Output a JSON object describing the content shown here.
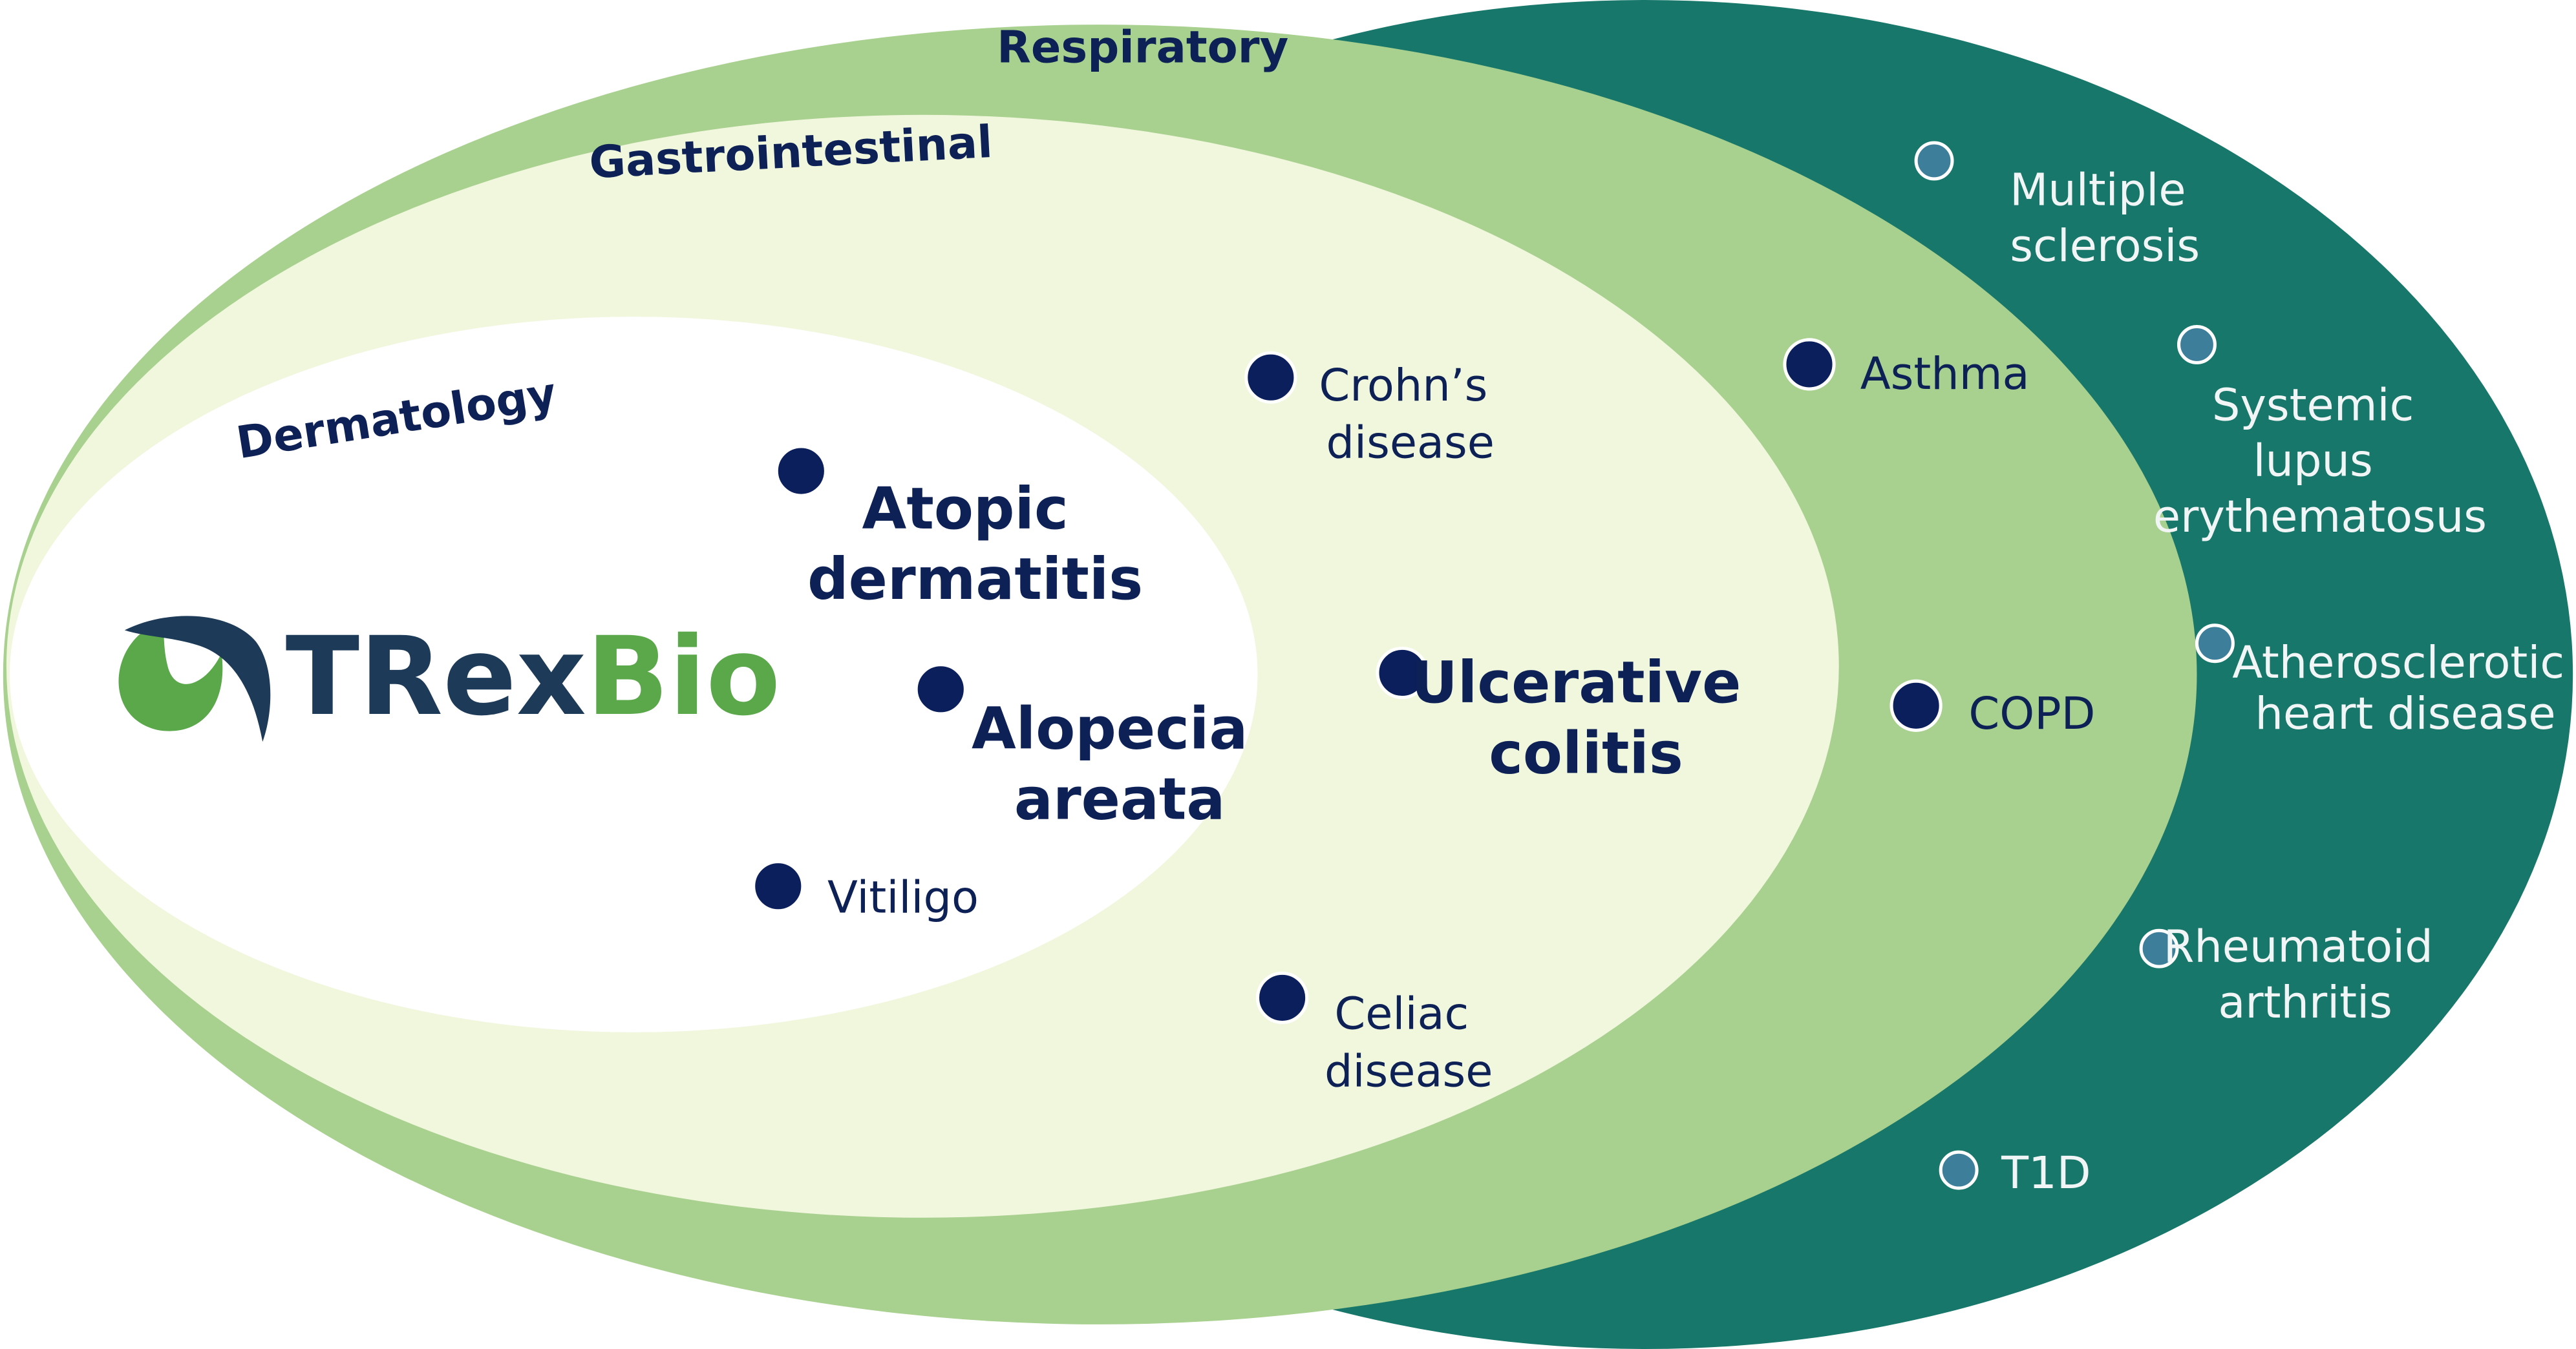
{
  "colors": {
    "outer_region": "#17776a",
    "respiratory_region": "#a8d08e",
    "gastrointestinal_region": "#f0f7dd",
    "dermatology_region": "#ffffff",
    "label_dark": "#0d2157",
    "label_light": "#f2f5f5",
    "dot_dark": "#0a1f5c",
    "dot_light": "#3d7f9b",
    "logo_dark": "#1d3b58",
    "logo_green": "#5aa84a"
  },
  "regions": {
    "respiratory": "Respiratory",
    "gastrointestinal": "Gastrointestinal",
    "dermatology": "Dermatology"
  },
  "logo": {
    "text_dark": "TRex",
    "text_green": "Bio"
  },
  "diseases": {
    "atopic_dermatitis": [
      "Atopic",
      "dermatitis"
    ],
    "alopecia_areata": [
      "Alopecia",
      "areata"
    ],
    "vitiligo": [
      "Vitiligo"
    ],
    "crohns_disease": [
      "Crohn’s",
      "disease"
    ],
    "ulcerative_colitis": [
      "Ulcerative",
      "colitis"
    ],
    "celiac_disease": [
      "Celiac",
      "disease"
    ],
    "asthma": [
      "Asthma"
    ],
    "copd": [
      "COPD"
    ],
    "multiple_sclerosis": [
      "Multiple",
      "sclerosis"
    ],
    "systemic_lupus": [
      "Systemic",
      "lupus",
      "erythematosus"
    ],
    "atherosclerotic_heart_disease": [
      "Atherosclerotic",
      "heart disease"
    ],
    "rheumatoid_arthritis": [
      "Rheumatoid",
      "arthritis"
    ],
    "t1d": [
      "T1D"
    ]
  }
}
